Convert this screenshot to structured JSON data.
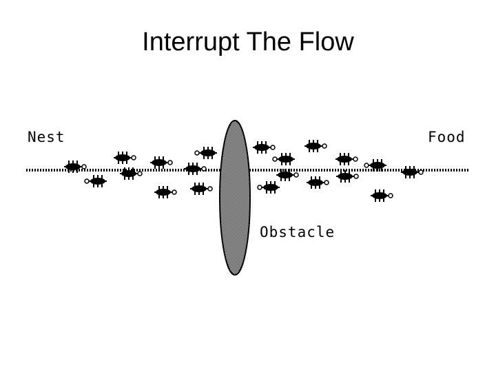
{
  "slide": {
    "title": "Interrupt The Flow"
  },
  "diagram": {
    "labels": {
      "nest": "Nest",
      "food": "Food",
      "obstacle": "Obstacle"
    },
    "colors": {
      "ink": "#000000",
      "background": "#ffffff"
    }
  }
}
